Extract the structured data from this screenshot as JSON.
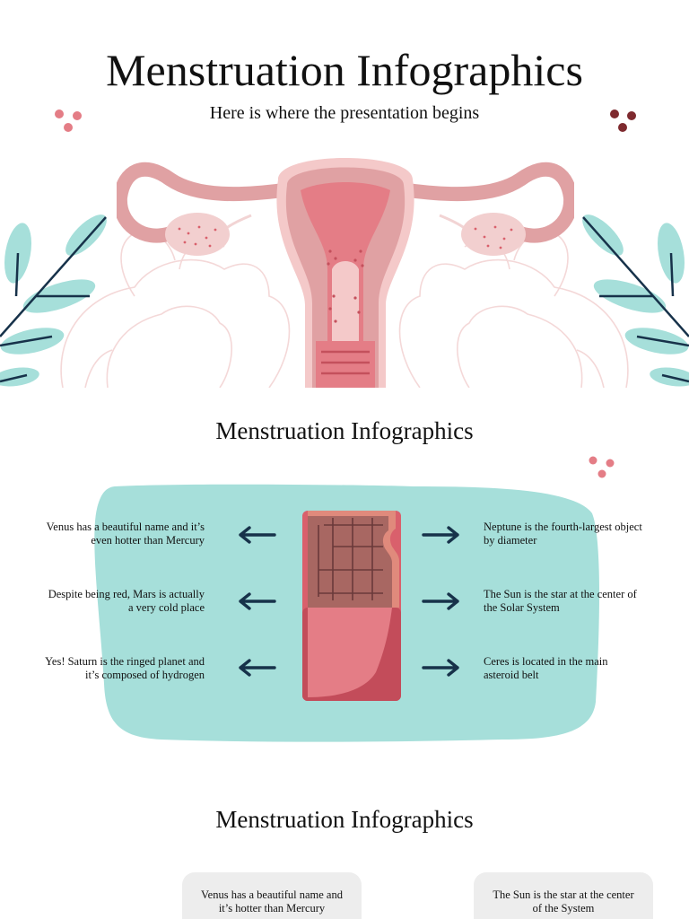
{
  "slide1": {
    "title": "Menstruation Infographics",
    "subtitle": "Here is where the presentation begins",
    "illustration_icon": "uterus-icon"
  },
  "slide2": {
    "title": "Menstruation Infographics",
    "center_icon": "chocolate-bar-icon",
    "left_items": [
      {
        "line1": "Venus has a beautiful name and it’s",
        "line2": "even hotter than Mercury"
      },
      {
        "line1": "Despite being red, Mars is actually",
        "line2": "a very cold place"
      },
      {
        "line1": "Yes! Saturn is the ringed planet and",
        "line2": "it’s composed of hydrogen"
      }
    ],
    "right_items": [
      {
        "line1": "Neptune is the fourth-largest object",
        "line2": "by diameter"
      },
      {
        "line1": "The Sun is the star at the center of",
        "line2": "the Solar System"
      },
      {
        "line1": "Ceres is located in the main",
        "line2": "asteroid belt"
      }
    ]
  },
  "slide3": {
    "title": "Menstruation Infographics",
    "cards": [
      {
        "line1": "Venus has a beautiful name and",
        "line2": "it’s hotter than Mercury"
      },
      {
        "line1": "The Sun is the star at the center",
        "line2": "of the System"
      }
    ]
  },
  "colors": {
    "teal": "#a6dfda",
    "pink": "#e47d86",
    "rose": "#d9606c",
    "chocolate": "#a86762",
    "navy": "#17324a",
    "dark_red": "#7e2a2f"
  }
}
